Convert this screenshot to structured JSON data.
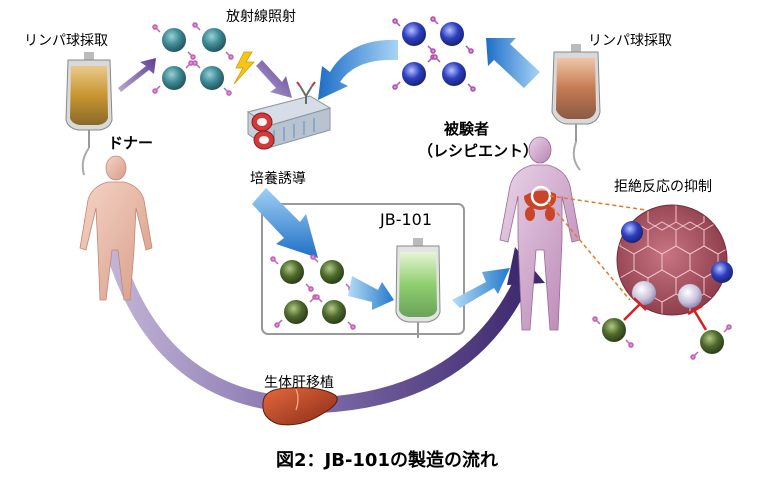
{
  "labels": {
    "lymph_left": "リンパ球採取",
    "lymph_right": "リンパ球採取",
    "irradiation": "放射線照射",
    "donor": "ドナー",
    "recipient_line1": "被験者",
    "recipient_line2": "（レシピエント）",
    "induction": "培養誘導",
    "product": "JB-101",
    "rejection": "拒絶反応の抑制",
    "liver_transplant": "生体肝移植"
  },
  "caption": "図2：JB-101の製造の流れ",
  "colors": {
    "arrow_blue": "#2a7fd0",
    "arrow_purple": "#5a3f8a",
    "donor_cell": "#3e8a94",
    "recipient_cell": "#2d3fc0",
    "induced_cell": "#4e6a2a",
    "tissue": "#b05a68",
    "highlight_line": "#e07a2a"
  }
}
